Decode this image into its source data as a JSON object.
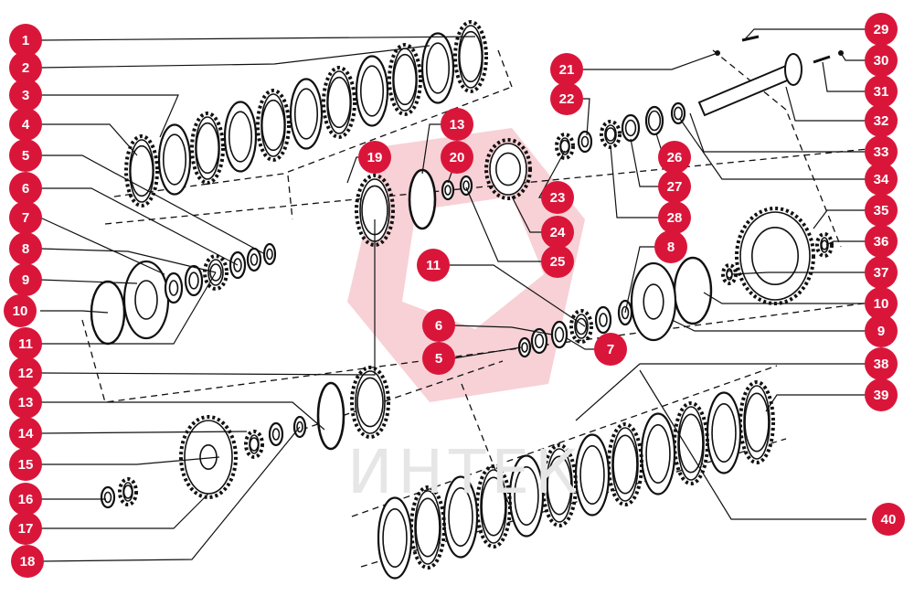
{
  "watermark_text": "ИНТЕК",
  "colors": {
    "badge": "#d9163a",
    "line": "#111111",
    "logo": "#f6c9cf"
  },
  "callouts": {
    "left": [
      "1",
      "2",
      "3",
      "4",
      "5",
      "6",
      "7",
      "8",
      "9",
      "10",
      "11",
      "12",
      "13",
      "14",
      "15",
      "16",
      "17",
      "18"
    ],
    "top_center": [
      "13",
      "19",
      "20",
      "21",
      "22",
      "23",
      "24",
      "25",
      "26",
      "27",
      "28",
      "11",
      "8",
      "6",
      "5",
      "7"
    ],
    "right": [
      "29",
      "30",
      "31",
      "32",
      "33",
      "34",
      "35",
      "36",
      "37",
      "10",
      "9",
      "38",
      "39",
      "40"
    ]
  }
}
